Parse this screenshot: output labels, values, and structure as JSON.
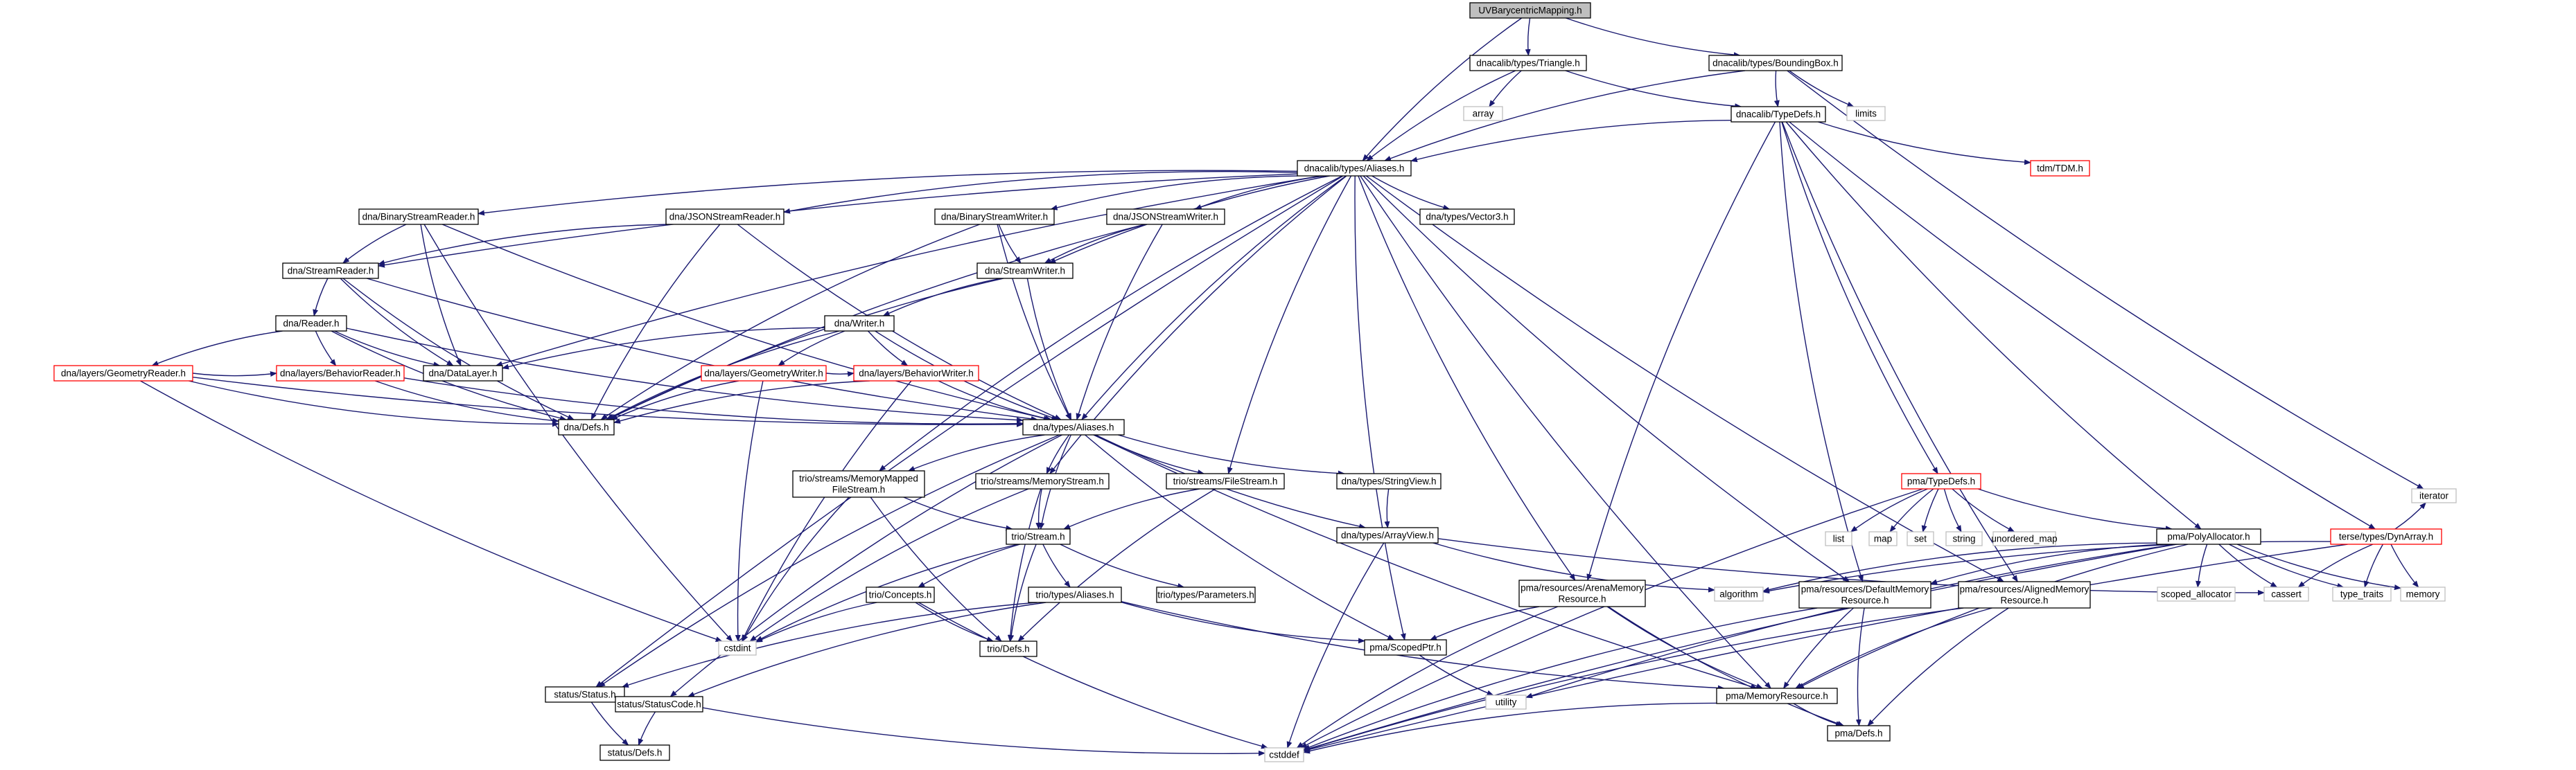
{
  "title": "UVBarycentricMapping.h",
  "nodes": [
    {
      "id": "root",
      "lines": [
        "UVBarycentricMapping.h"
      ],
      "style": "root"
    },
    {
      "id": "tri",
      "lines": [
        "dnacalib/types/Triangle.h"
      ],
      "style": "black"
    },
    {
      "id": "bbox",
      "lines": [
        "dnacalib/types/BoundingBox.h"
      ],
      "style": "black"
    },
    {
      "id": "array",
      "lines": [
        "array"
      ],
      "style": "gray"
    },
    {
      "id": "tdefs",
      "lines": [
        "dnacalib/TypeDefs.h"
      ],
      "style": "black"
    },
    {
      "id": "limits",
      "lines": [
        "limits"
      ],
      "style": "gray"
    },
    {
      "id": "iterator",
      "lines": [
        "iterator"
      ],
      "style": "gray"
    },
    {
      "id": "dcali",
      "lines": [
        "dnacalib/types/Aliases.h"
      ],
      "style": "black"
    },
    {
      "id": "tdm",
      "lines": [
        "tdm/TDM.h"
      ],
      "style": "red"
    },
    {
      "id": "bsr",
      "lines": [
        "dna/BinaryStreamReader.h"
      ],
      "style": "black"
    },
    {
      "id": "jsr",
      "lines": [
        "dna/JSONStreamReader.h"
      ],
      "style": "black"
    },
    {
      "id": "bsw",
      "lines": [
        "dna/BinaryStreamWriter.h"
      ],
      "style": "black"
    },
    {
      "id": "jsw",
      "lines": [
        "dna/JSONStreamWriter.h"
      ],
      "style": "black"
    },
    {
      "id": "vec3",
      "lines": [
        "dna/types/Vector3.h"
      ],
      "style": "black"
    },
    {
      "id": "sr",
      "lines": [
        "dna/StreamReader.h"
      ],
      "style": "black"
    },
    {
      "id": "sw",
      "lines": [
        "dna/StreamWriter.h"
      ],
      "style": "black"
    },
    {
      "id": "rd",
      "lines": [
        "dna/Reader.h"
      ],
      "style": "black"
    },
    {
      "id": "wr",
      "lines": [
        "dna/Writer.h"
      ],
      "style": "black"
    },
    {
      "id": "dl",
      "lines": [
        "dna/DataLayer.h"
      ],
      "style": "black"
    },
    {
      "id": "gr",
      "lines": [
        "dna/layers/GeometryReader.h"
      ],
      "style": "red"
    },
    {
      "id": "br",
      "lines": [
        "dna/layers/BehaviorReader.h"
      ],
      "style": "red"
    },
    {
      "id": "gw",
      "lines": [
        "dna/layers/GeometryWriter.h"
      ],
      "style": "red"
    },
    {
      "id": "bw",
      "lines": [
        "dna/layers/BehaviorWriter.h"
      ],
      "style": "red"
    },
    {
      "id": "ddefs",
      "lines": [
        "dna/Defs.h"
      ],
      "style": "black"
    },
    {
      "id": "dali",
      "lines": [
        "dna/types/Aliases.h"
      ],
      "style": "black"
    },
    {
      "id": "mmfs",
      "lines": [
        "trio/streams/MemoryMapped",
        "FileStream.h"
      ],
      "style": "black"
    },
    {
      "id": "ms",
      "lines": [
        "trio/streams/MemoryStream.h"
      ],
      "style": "black"
    },
    {
      "id": "fs",
      "lines": [
        "trio/streams/FileStream.h"
      ],
      "style": "black"
    },
    {
      "id": "strv",
      "lines": [
        "dna/types/StringView.h"
      ],
      "style": "black"
    },
    {
      "id": "arrv",
      "lines": [
        "dna/types/ArrayView.h"
      ],
      "style": "black"
    },
    {
      "id": "stream",
      "lines": [
        "trio/Stream.h"
      ],
      "style": "black"
    },
    {
      "id": "concepts",
      "lines": [
        "trio/Concepts.h"
      ],
      "style": "black"
    },
    {
      "id": "tali",
      "lines": [
        "trio/types/Aliases.h"
      ],
      "style": "black"
    },
    {
      "id": "tparams",
      "lines": [
        "trio/types/Parameters.h"
      ],
      "style": "black"
    },
    {
      "id": "tdefs2",
      "lines": [
        "trio/Defs.h"
      ],
      "style": "black"
    },
    {
      "id": "cstdint",
      "lines": [
        "cstdint"
      ],
      "style": "gray"
    },
    {
      "id": "status",
      "lines": [
        "status/Status.h"
      ],
      "style": "black"
    },
    {
      "id": "scode",
      "lines": [
        "status/StatusCode.h"
      ],
      "style": "black"
    },
    {
      "id": "sdefs",
      "lines": [
        "status/Defs.h"
      ],
      "style": "black"
    },
    {
      "id": "cstddef",
      "lines": [
        "cstddef"
      ],
      "style": "gray"
    },
    {
      "id": "arena",
      "lines": [
        "pma/resources/ArenaMemory",
        "Resource.h"
      ],
      "style": "black"
    },
    {
      "id": "sptr",
      "lines": [
        "pma/ScopedPtr.h"
      ],
      "style": "black"
    },
    {
      "id": "utility",
      "lines": [
        "utility"
      ],
      "style": "gray"
    },
    {
      "id": "algorithm",
      "lines": [
        "algorithm"
      ],
      "style": "gray"
    },
    {
      "id": "pmatd",
      "lines": [
        "pma/TypeDefs.h"
      ],
      "style": "red"
    },
    {
      "id": "list",
      "lines": [
        "list"
      ],
      "style": "gray"
    },
    {
      "id": "map",
      "lines": [
        "map"
      ],
      "style": "gray"
    },
    {
      "id": "set",
      "lines": [
        "set"
      ],
      "style": "gray"
    },
    {
      "id": "string",
      "lines": [
        "string"
      ],
      "style": "gray"
    },
    {
      "id": "umap",
      "lines": [
        "unordered_map"
      ],
      "style": "gray"
    },
    {
      "id": "poly",
      "lines": [
        "pma/PolyAllocator.h"
      ],
      "style": "black"
    },
    {
      "id": "terse",
      "lines": [
        "terse/types/DynArray.h"
      ],
      "style": "red"
    },
    {
      "id": "defmr",
      "lines": [
        "pma/resources/DefaultMemory",
        "Resource.h"
      ],
      "style": "black"
    },
    {
      "id": "alimr",
      "lines": [
        "pma/resources/AlignedMemory",
        "Resource.h"
      ],
      "style": "black"
    },
    {
      "id": "memres",
      "lines": [
        "pma/MemoryResource.h"
      ],
      "style": "black"
    },
    {
      "id": "pdefs",
      "lines": [
        "pma/Defs.h"
      ],
      "style": "black"
    },
    {
      "id": "scoped",
      "lines": [
        "scoped_allocator"
      ],
      "style": "gray"
    },
    {
      "id": "cassert",
      "lines": [
        "cassert"
      ],
      "style": "gray"
    },
    {
      "id": "typetraits",
      "lines": [
        "type_traits"
      ],
      "style": "gray"
    },
    {
      "id": "memory",
      "lines": [
        "memory"
      ],
      "style": "gray"
    }
  ],
  "edges": [
    [
      "root",
      "tri"
    ],
    [
      "root",
      "bbox"
    ],
    [
      "root",
      "dcali"
    ],
    [
      "tri",
      "array"
    ],
    [
      "tri",
      "tdefs"
    ],
    [
      "tri",
      "dcali"
    ],
    [
      "bbox",
      "tdefs"
    ],
    [
      "bbox",
      "limits"
    ],
    [
      "bbox",
      "iterator"
    ],
    [
      "bbox",
      "dcali"
    ],
    [
      "tdefs",
      "dcali"
    ],
    [
      "tdefs",
      "tdm"
    ],
    [
      "tdefs",
      "pmatd"
    ],
    [
      "tdefs",
      "poly"
    ],
    [
      "tdefs",
      "terse"
    ],
    [
      "tdefs",
      "defmr"
    ],
    [
      "tdefs",
      "alimr"
    ],
    [
      "tdefs",
      "arena"
    ],
    [
      "dcali",
      "bsr"
    ],
    [
      "dcali",
      "jsr"
    ],
    [
      "dcali",
      "bsw"
    ],
    [
      "dcali",
      "jsw"
    ],
    [
      "dcali",
      "vec3"
    ],
    [
      "dcali",
      "sr"
    ],
    [
      "dcali",
      "sw"
    ],
    [
      "dcali",
      "dl"
    ],
    [
      "dcali",
      "dali"
    ],
    [
      "dcali",
      "mmfs"
    ],
    [
      "dcali",
      "ms"
    ],
    [
      "dcali",
      "fs"
    ],
    [
      "dcali",
      "status"
    ],
    [
      "dcali",
      "arena"
    ],
    [
      "dcali",
      "defmr"
    ],
    [
      "dcali",
      "alimr"
    ],
    [
      "dcali",
      "sptr"
    ],
    [
      "dcali",
      "memres"
    ],
    [
      "bsr",
      "sr"
    ],
    [
      "bsr",
      "dl"
    ],
    [
      "bsr",
      "dali"
    ],
    [
      "bsr",
      "cstdint"
    ],
    [
      "jsr",
      "sr"
    ],
    [
      "jsr",
      "ddefs"
    ],
    [
      "jsr",
      "dali"
    ],
    [
      "bsw",
      "sw"
    ],
    [
      "bsw",
      "ddefs"
    ],
    [
      "bsw",
      "dali"
    ],
    [
      "jsw",
      "sw"
    ],
    [
      "jsw",
      "ddefs"
    ],
    [
      "jsw",
      "dali"
    ],
    [
      "sr",
      "rd"
    ],
    [
      "sr",
      "ddefs"
    ],
    [
      "sr",
      "dl"
    ],
    [
      "sr",
      "dali"
    ],
    [
      "sw",
      "wr"
    ],
    [
      "sw",
      "ddefs"
    ],
    [
      "sw",
      "dali"
    ],
    [
      "rd",
      "gr"
    ],
    [
      "rd",
      "br"
    ],
    [
      "rd",
      "dl"
    ],
    [
      "rd",
      "ddefs"
    ],
    [
      "rd",
      "dali"
    ],
    [
      "wr",
      "gw"
    ],
    [
      "wr",
      "bw"
    ],
    [
      "wr",
      "dl"
    ],
    [
      "wr",
      "ddefs"
    ],
    [
      "wr",
      "dali"
    ],
    [
      "gr",
      "br"
    ],
    [
      "gr",
      "ddefs"
    ],
    [
      "gr",
      "dali"
    ],
    [
      "gr",
      "cstdint"
    ],
    [
      "br",
      "ddefs"
    ],
    [
      "br",
      "dali"
    ],
    [
      "gw",
      "bw"
    ],
    [
      "gw",
      "ddefs"
    ],
    [
      "gw",
      "cstdint"
    ],
    [
      "bw",
      "ddefs"
    ],
    [
      "bw",
      "dali"
    ],
    [
      "bw",
      "cstdint"
    ],
    [
      "dali",
      "mmfs"
    ],
    [
      "dali",
      "ms"
    ],
    [
      "dali",
      "fs"
    ],
    [
      "dali",
      "strv"
    ],
    [
      "dali",
      "arrv"
    ],
    [
      "dali",
      "stream"
    ],
    [
      "dali",
      "status"
    ],
    [
      "dali",
      "scode"
    ],
    [
      "dali",
      "sptr"
    ],
    [
      "dali",
      "memres"
    ],
    [
      "mmfs",
      "stream"
    ],
    [
      "mmfs",
      "tdefs2"
    ],
    [
      "mmfs",
      "cstdint"
    ],
    [
      "ms",
      "stream"
    ],
    [
      "ms",
      "tdefs2"
    ],
    [
      "ms",
      "cstdint"
    ],
    [
      "fs",
      "stream"
    ],
    [
      "fs",
      "tdefs2"
    ],
    [
      "strv",
      "arrv"
    ],
    [
      "arrv",
      "algorithm"
    ],
    [
      "arrv",
      "cstddef"
    ],
    [
      "arrv",
      "cassert"
    ],
    [
      "stream",
      "concepts"
    ],
    [
      "stream",
      "tali"
    ],
    [
      "stream",
      "tparams"
    ],
    [
      "stream",
      "tdefs2"
    ],
    [
      "stream",
      "cstdint"
    ],
    [
      "concepts",
      "tdefs2"
    ],
    [
      "concepts",
      "cstdint"
    ],
    [
      "concepts",
      "cstddef"
    ],
    [
      "tali",
      "sptr"
    ],
    [
      "tali",
      "memres"
    ],
    [
      "tali",
      "status"
    ],
    [
      "tali",
      "scode"
    ],
    [
      "status",
      "scode"
    ],
    [
      "status",
      "sdefs"
    ],
    [
      "scode",
      "sdefs"
    ],
    [
      "scode",
      "cstddef"
    ],
    [
      "arena",
      "sptr"
    ],
    [
      "arena",
      "memres"
    ],
    [
      "arena",
      "pdefs"
    ],
    [
      "arena",
      "cstddef"
    ],
    [
      "sptr",
      "utility"
    ],
    [
      "pmatd",
      "list"
    ],
    [
      "pmatd",
      "map"
    ],
    [
      "pmatd",
      "set"
    ],
    [
      "pmatd",
      "string"
    ],
    [
      "pmatd",
      "umap"
    ],
    [
      "pmatd",
      "poly"
    ],
    [
      "pmatd",
      "cstddef"
    ],
    [
      "poly",
      "defmr"
    ],
    [
      "poly",
      "memres"
    ],
    [
      "poly",
      "scoped"
    ],
    [
      "poly",
      "cassert"
    ],
    [
      "poly",
      "typetraits"
    ],
    [
      "poly",
      "memory"
    ],
    [
      "poly",
      "utility"
    ],
    [
      "poly",
      "algorithm"
    ],
    [
      "poly",
      "cstddef"
    ],
    [
      "terse",
      "cassert"
    ],
    [
      "terse",
      "typetraits"
    ],
    [
      "terse",
      "memory"
    ],
    [
      "terse",
      "iterator"
    ],
    [
      "terse",
      "algorithm"
    ],
    [
      "terse",
      "cstddef"
    ],
    [
      "defmr",
      "memres"
    ],
    [
      "defmr",
      "pdefs"
    ],
    [
      "defmr",
      "cstddef"
    ],
    [
      "alimr",
      "memres"
    ],
    [
      "alimr",
      "pdefs"
    ],
    [
      "alimr",
      "cstddef"
    ],
    [
      "memres",
      "pdefs"
    ],
    [
      "memres",
      "cstddef"
    ]
  ]
}
